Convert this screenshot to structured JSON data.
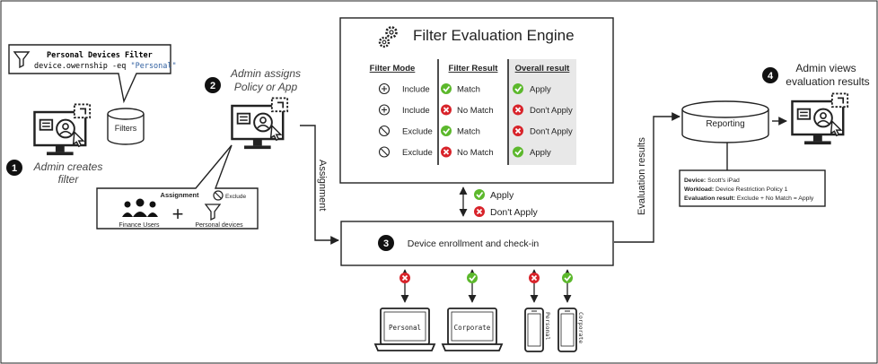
{
  "steps": {
    "s1": {
      "num": "1",
      "line1": "Admin creates",
      "line2": "filter"
    },
    "s2": {
      "num": "2",
      "line1": "Admin assigns",
      "line2": "Policy or App"
    },
    "s3": {
      "num": "3",
      "label": "Device enrollment and check-in"
    },
    "s4": {
      "num": "4",
      "line1": "Admin views",
      "line2": "evaluation results"
    }
  },
  "filter_callout": {
    "title": "Personal Devices Filter",
    "rule_prefix": "device.owernship -eq ",
    "rule_value": "\"Personal\""
  },
  "filters_db": "Filters",
  "assignment": {
    "title": "Assignment",
    "exclude": "Exclude",
    "group_label": "Finance Users",
    "plus": "+",
    "filter_label": "Personal devices"
  },
  "assignment_arrow_label": "Assignment",
  "engine": {
    "title": "Filter Evaluation Engine",
    "headers": {
      "mode": "Filter Mode",
      "result": "Filter Result",
      "overall": "Overall result"
    },
    "rows": [
      {
        "mode": "Include",
        "mode_icon": "plus-circle-icon",
        "result": "Match",
        "result_ok": true,
        "overall": "Apply",
        "overall_ok": true
      },
      {
        "mode": "Include",
        "mode_icon": "plus-circle-icon",
        "result": "No Match",
        "result_ok": false,
        "overall": "Don't Apply",
        "overall_ok": false
      },
      {
        "mode": "Exclude",
        "mode_icon": "block-circle-icon",
        "result": "Match",
        "result_ok": true,
        "overall": "Don't Apply",
        "overall_ok": false
      },
      {
        "mode": "Exclude",
        "mode_icon": "block-circle-icon",
        "result": "No Match",
        "result_ok": false,
        "overall": "Apply",
        "overall_ok": true
      }
    ]
  },
  "engine_legend": {
    "apply": "Apply",
    "dont_apply": "Don't Apply"
  },
  "evaluation_results_label": "Evaluation results",
  "reporting": {
    "title": "Reporting",
    "device_label": "Device:",
    "device_value": " Scott's iPad",
    "workload_label": "Workload:",
    "workload_value": " Device Restriction Policy 1",
    "result_label": "Evaluation result:",
    "result_value": " Exclude + No Match = Apply"
  },
  "devices": [
    {
      "type": "laptop",
      "label": "Personal",
      "ok": false
    },
    {
      "type": "laptop",
      "label": "Corporate",
      "ok": true
    },
    {
      "type": "phone",
      "label": "Personal",
      "ok": false
    },
    {
      "type": "phone",
      "label": "Corporate",
      "ok": true
    }
  ],
  "colors": {
    "ok": "#5cb82c",
    "bad": "#d8232a",
    "ink": "#222222",
    "accent_text": "#2f5fa0"
  }
}
